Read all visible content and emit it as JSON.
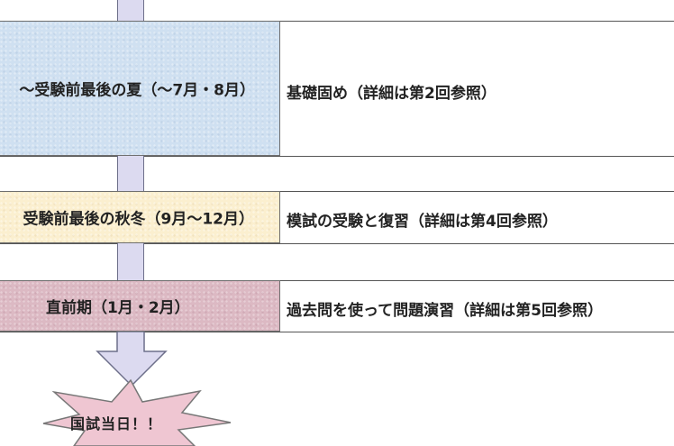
{
  "stages": [
    {
      "label": "〜受験前最後の夏（〜7月・8月）",
      "description": "基礎固め（詳細は第2回参照）"
    },
    {
      "label": "受験前最後の秋冬（9月〜12月）",
      "description": "模試の受験と復習（詳細は第4回参照）"
    },
    {
      "label": "直前期（1月・2月）",
      "description": "過去問を使って問題演習（詳細は第5回参照）"
    }
  ],
  "goal": {
    "label": "国試当日！！"
  },
  "colors": {
    "summer_box": "#cfe0f1",
    "autumn_box": "#fbefcf",
    "final_box": "#dcb9c3",
    "connector": "#dcdaf0",
    "arrow": "#dcdaf0",
    "burst": "#efc6d2"
  }
}
